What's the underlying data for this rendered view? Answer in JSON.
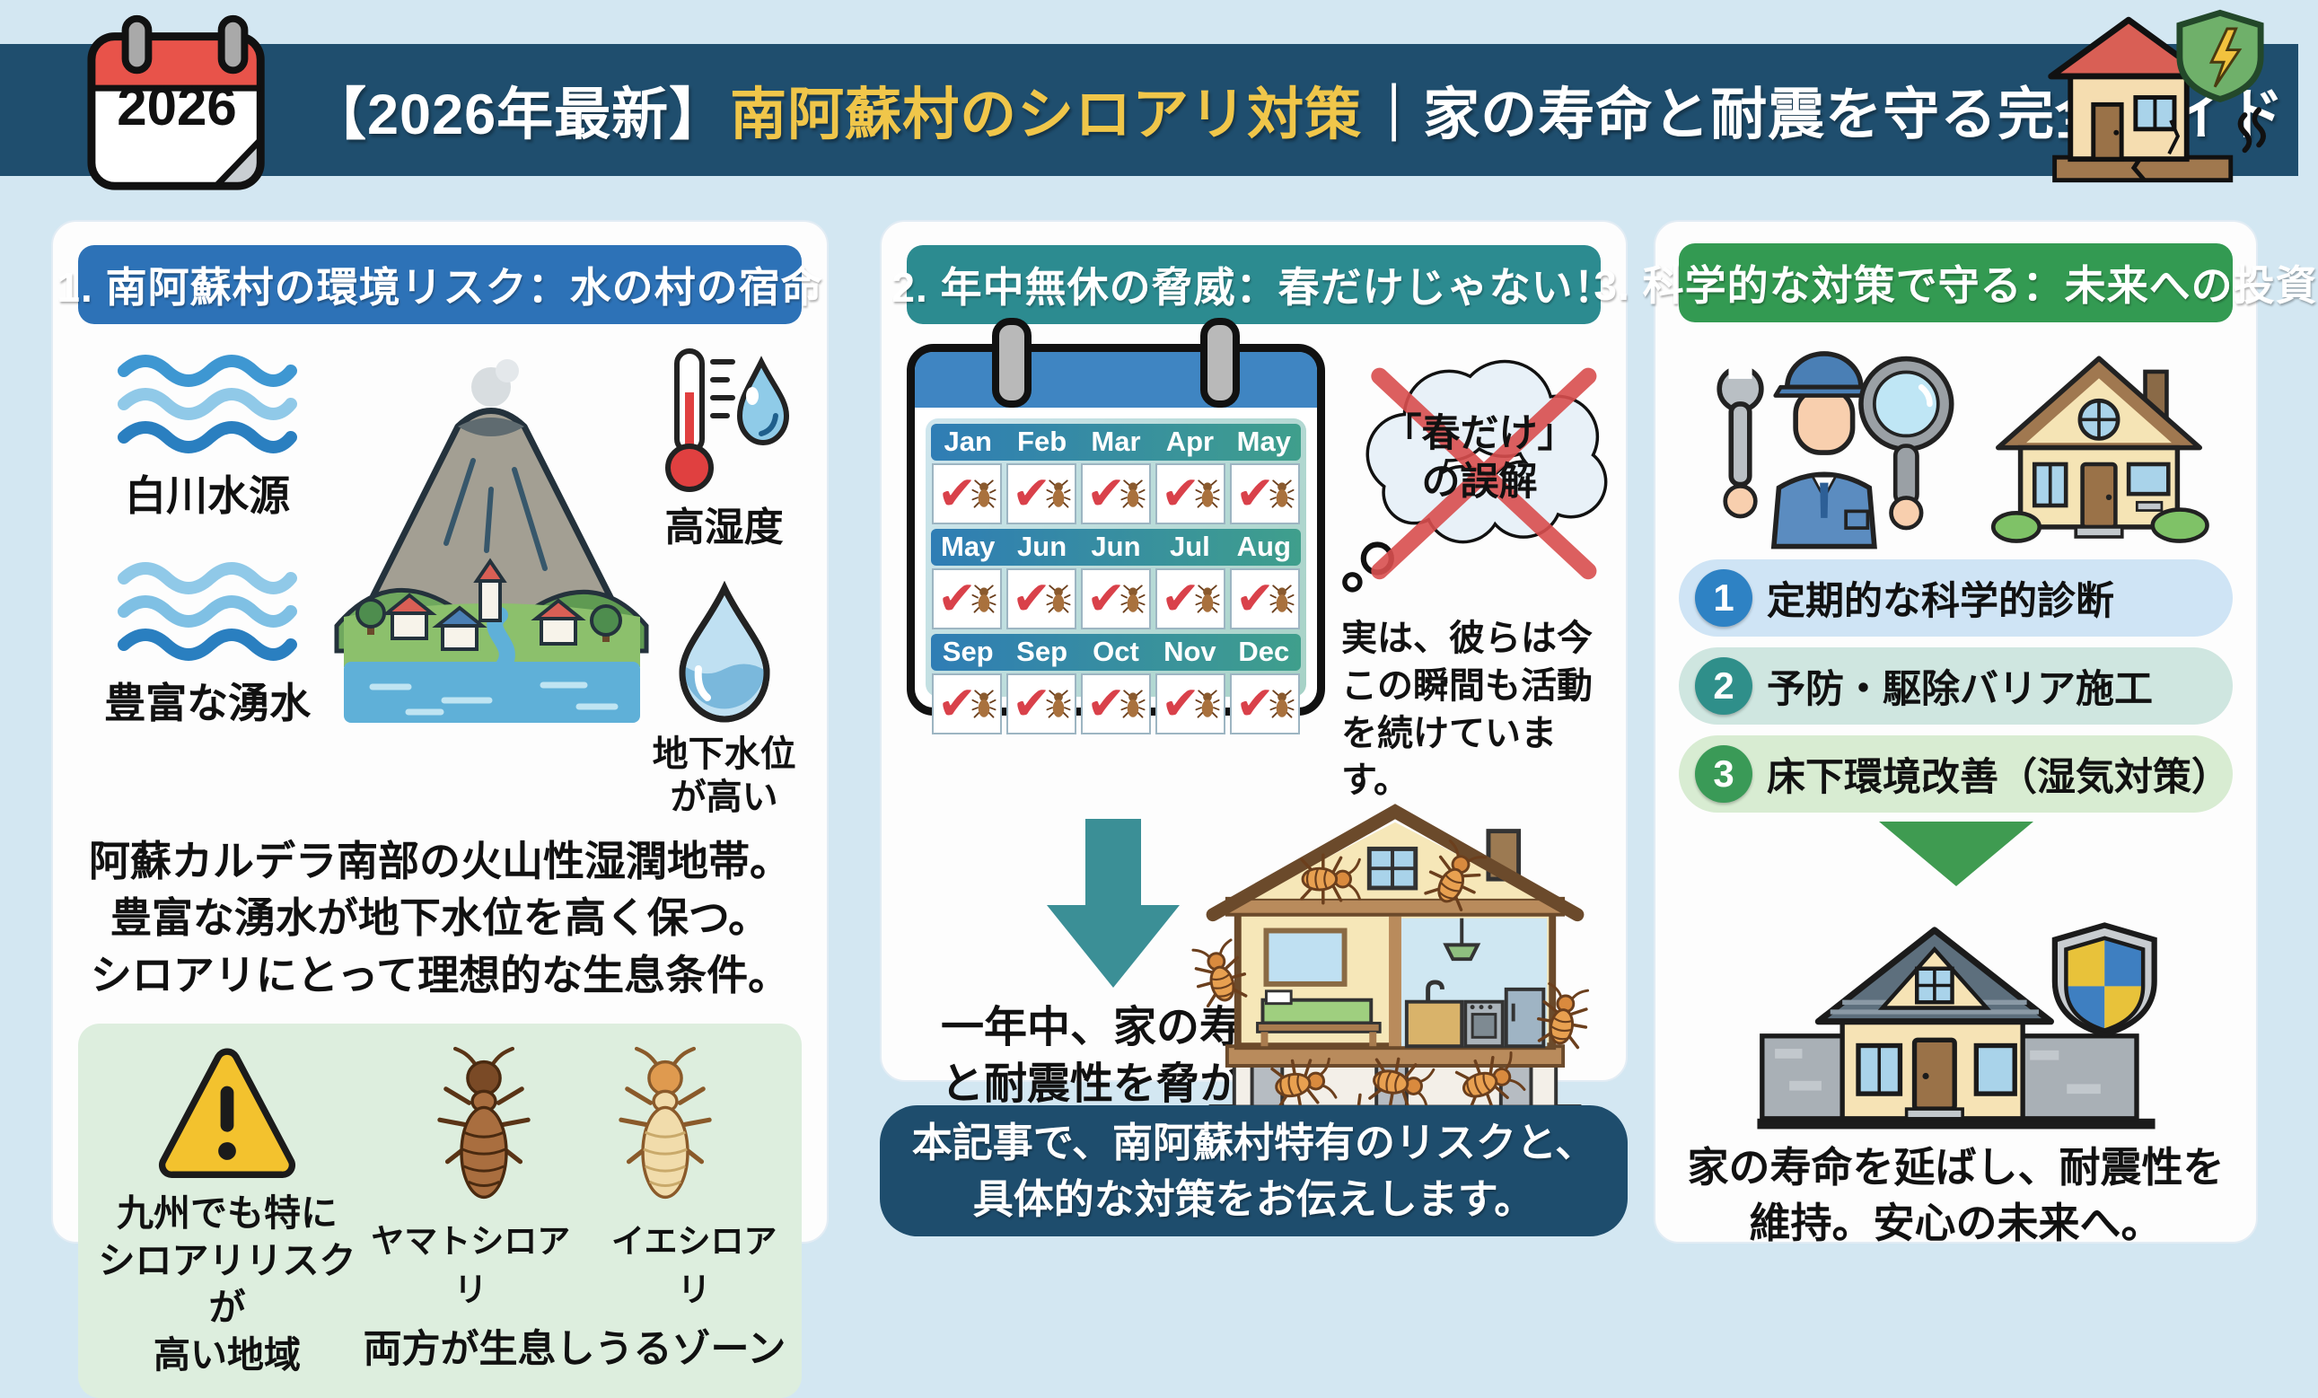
{
  "header": {
    "year_badge": "2026",
    "title_prefix": "【2026年最新】",
    "title_highlight": "南阿蘇村のシロアリ対策",
    "title_suffix": "｜家の寿命と耐震を守る完全ガイド"
  },
  "panel1": {
    "title": "1. 南阿蘇村の環境リスク：水の村の宿命",
    "water_source_label": "白川水源",
    "spring_label": "豊富な湧水",
    "humidity_label": "高湿度",
    "groundwater_lines": [
      "地下水位",
      "が高い"
    ],
    "description_lines": [
      "阿蘇カルデラ南部の火山性湿潤地帯。",
      "豊富な湧水が地下水位を高く保つ。",
      "シロアリにとって理想的な生息条件。"
    ],
    "risk_box": {
      "caption_lines": [
        "九州でも特に",
        "シロアリリスクが",
        "高い地域"
      ],
      "termite1_label": "ヤマトシロアリ",
      "termite2_label": "イエシロアリ",
      "zone_note": "両方が生息しうるゾーン"
    }
  },
  "panel2": {
    "title": "2. 年中無休の脅威：春だけじゃない！",
    "calendar_months": [
      "Jan",
      "Feb",
      "Mar",
      "Apr",
      "May",
      "May",
      "Jun",
      "Jun",
      "Jul",
      "Aug",
      "Sep",
      "Sep",
      "Oct",
      "Nov",
      "Dec"
    ],
    "myth_bubble_lines": [
      "「春だけ」",
      "の誤解"
    ],
    "reality_lines": [
      "実は、彼らは今",
      "この瞬間も活動",
      "を続けています。"
    ],
    "impact_lines": [
      "一年中、家の寿命",
      "と耐震性を脅かす"
    ],
    "footer_lines": [
      "本記事で、南阿蘇村特有のリスクと、",
      "具体的な対策をお伝えします。"
    ]
  },
  "panel3": {
    "title": "3. 科学的な対策で守る：未来への投資",
    "steps": [
      {
        "num": "1",
        "label": "定期的な科学的診断"
      },
      {
        "num": "2",
        "label": "予防・駆除バリア施工"
      },
      {
        "num": "3",
        "label": "床下環境改善（湿気対策）"
      }
    ],
    "outcome_lines": [
      "家の寿命を延ばし、耐震性を",
      "維持。安心の未来へ。"
    ]
  },
  "colors": {
    "background": "#d3e7f2",
    "header_bar": "#1f4e6e",
    "title_highlight": "#f0c64a",
    "panel1_header": "#2d72b7",
    "panel2_header": "#2c8b90",
    "panel3_header": "#339a52",
    "footer_box": "#1e4d6d",
    "risk_box_bg": "#ddeede",
    "check_red": "#d9414a"
  }
}
